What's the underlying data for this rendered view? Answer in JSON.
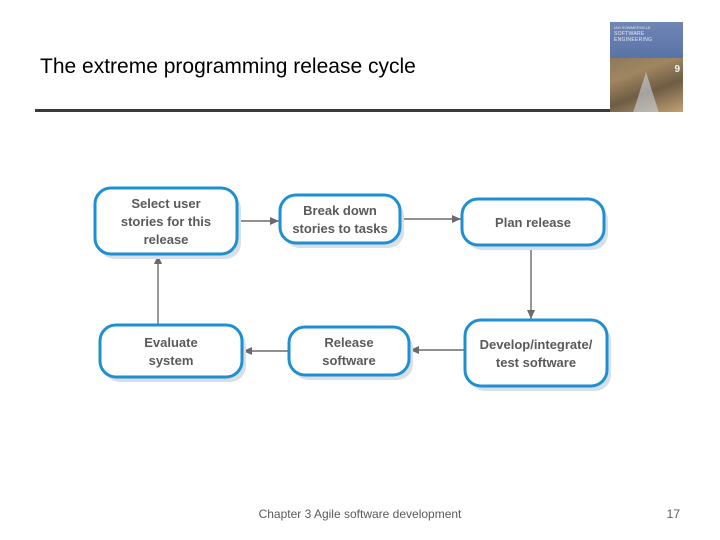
{
  "slide": {
    "title": "The extreme programming release cycle"
  },
  "book_cover": {
    "author": "IAN SOMMERVILLE",
    "title": "SOFTWARE ENGINEERING",
    "edition": "9"
  },
  "diagram": {
    "nodes": [
      {
        "id": "select",
        "lines": [
          "Select user",
          "stories for this",
          "release"
        ]
      },
      {
        "id": "breakdown",
        "lines": [
          "Break down",
          "stories to tasks"
        ]
      },
      {
        "id": "plan",
        "lines": [
          "Plan release"
        ]
      },
      {
        "id": "evaluate",
        "lines": [
          "Evaluate",
          "system"
        ]
      },
      {
        "id": "release",
        "lines": [
          "Release",
          "software"
        ]
      },
      {
        "id": "develop",
        "lines": [
          "Develop/integrate/",
          "test software"
        ]
      }
    ],
    "edges": [
      {
        "from": "select",
        "to": "breakdown"
      },
      {
        "from": "breakdown",
        "to": "plan"
      },
      {
        "from": "plan",
        "to": "develop"
      },
      {
        "from": "develop",
        "to": "release"
      },
      {
        "from": "release",
        "to": "evaluate"
      },
      {
        "from": "evaluate",
        "to": "select"
      }
    ],
    "colors": {
      "border": "#1f8fd1",
      "fill": "#ffffff",
      "shadow": "#d7dfe8",
      "arrow": "#6b6b6b",
      "text": "#5a5a5a"
    }
  },
  "footer": {
    "chapter": "Chapter 3 Agile software development",
    "page": "17"
  }
}
